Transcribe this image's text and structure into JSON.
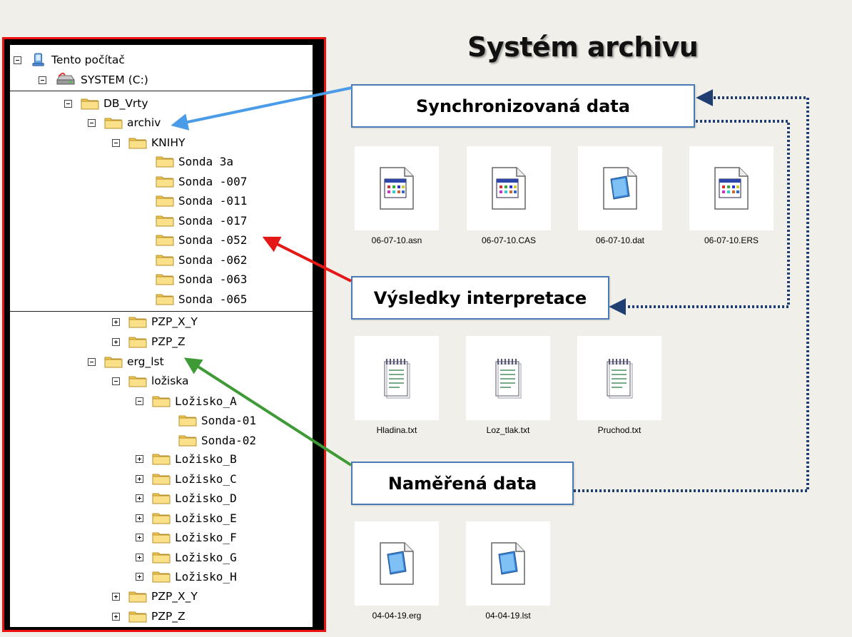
{
  "title": "Systém archivu",
  "tree": {
    "computer": "Tento počítač",
    "drive": "SYSTEM (C:)",
    "db_vrty": "DB_Vrty",
    "archiv": "archiv",
    "knihy": "KNIHY",
    "sondy": [
      "Sonda 3a",
      "Sonda -007",
      "Sonda -011",
      "Sonda -017",
      "Sonda -052",
      "Sonda -062",
      "Sonda -063",
      "Sonda -065"
    ],
    "pzp_x_y_1": "PZP_X_Y",
    "pzp_z_1": "PZP_Z",
    "erg_lst": "erg_lst",
    "loziska": "ložiska",
    "lozisko_a": "Ložisko_A",
    "lozisko_a_sondy": [
      "Sonda-01",
      "Sonda-02"
    ],
    "lozisko_other": [
      "Ložisko_B",
      "Ložisko_C",
      "Ložisko_D",
      "Ložisko_E",
      "Ložisko_F",
      "Ložisko_G",
      "Ložisko_H"
    ],
    "pzp_x_y_2": "PZP_X_Y",
    "pzp_z_2": "PZP_Z"
  },
  "callouts": {
    "synchronized": "Synchronizovaná data",
    "interpretation": "Výsledky interpretace",
    "measured": "Naměřená data"
  },
  "files": {
    "synchronized": [
      {
        "name": "06-07-10.asn",
        "icon": "app-window-icon"
      },
      {
        "name": "06-07-10.CAS",
        "icon": "app-window-icon"
      },
      {
        "name": "06-07-10.dat",
        "icon": "data-file-icon"
      },
      {
        "name": "06-07-10.ERS",
        "icon": "app-window-icon"
      }
    ],
    "interpretation": [
      {
        "name": "Hladina.txt",
        "icon": "notepad-icon"
      },
      {
        "name": "Loz_tlak.txt",
        "icon": "notepad-icon"
      },
      {
        "name": "Pruchod.txt",
        "icon": "notepad-icon"
      }
    ],
    "measured": [
      {
        "name": "04-04-19.erg",
        "icon": "data-file-icon"
      },
      {
        "name": "04-04-19.lst",
        "icon": "data-file-icon"
      }
    ]
  },
  "colors": {
    "frame_red": "#e11111",
    "arrow_blue": "#4a9be8",
    "arrow_red": "#e51818",
    "arrow_green": "#3d9a35",
    "dotted_navy": "#1f3f73",
    "callout_border": "#4a7ab5",
    "folder_yellow": "#f5d36a"
  }
}
